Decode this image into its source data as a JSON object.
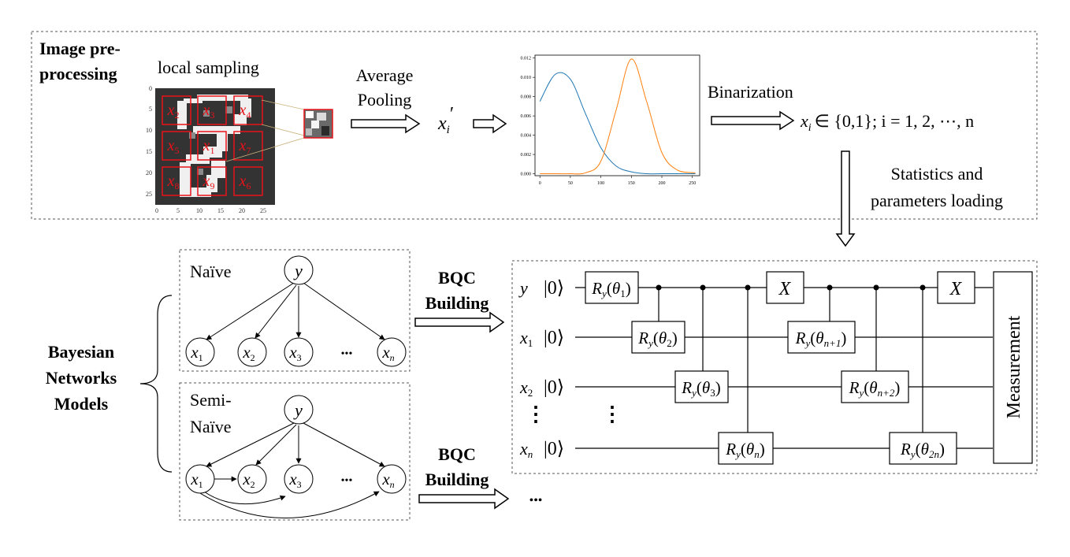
{
  "preprocessing": {
    "title_line1": "Image pre-",
    "title_line2": "processing",
    "local_sampling": "local sampling",
    "average_pooling_line1": "Average",
    "average_pooling_line2": "Pooling",
    "pooled_var": "x",
    "pooled_sub": "i",
    "pooled_prime": "′",
    "binarization": "Binarization",
    "binarized_expr": "∈ {0,1};  i = 1, 2, ⋯, n",
    "binarized_var": "x",
    "binarized_sub": "i",
    "stats_line1": "Statistics and",
    "stats_line2": "parameters loading"
  },
  "mnist": {
    "y_ticks": [
      "0",
      "5",
      "10",
      "15",
      "20",
      "25"
    ],
    "x_ticks": [
      "0",
      "5",
      "10",
      "15",
      "20",
      "25"
    ],
    "patch_labels": [
      "x2",
      "x3",
      "x4",
      "x5",
      "x1",
      "x7",
      "x8",
      "x9",
      "x6"
    ],
    "patch_color": "#e8121a"
  },
  "gauss_chart": {
    "chart_data": {
      "type": "line",
      "x": [
        0,
        25,
        50,
        75,
        100,
        125,
        150,
        175,
        200,
        225,
        255
      ],
      "series": [
        {
          "values": [
            0.0075,
            0.0103,
            0.0098,
            0.0062,
            0.0027,
            0.0008,
            0.0002,
            0.0,
            0.0,
            0.0,
            0.0
          ],
          "color": "#1f77b4"
        },
        {
          "values": [
            0.0,
            0.0,
            0.0,
            0.0001,
            0.0013,
            0.0066,
            0.0119,
            0.0075,
            0.0022,
            0.0004,
            0.0001
          ],
          "color": "#ff7f0e"
        }
      ],
      "y_ticks": [
        "0.000",
        "0.002",
        "0.004",
        "0.006",
        "0.008",
        "0.010",
        "0.012"
      ],
      "x_ticks": [
        "0",
        "50",
        "100",
        "150",
        "200",
        "250"
      ],
      "xlim": [
        -8,
        262
      ],
      "ylim": [
        -0.0002,
        0.0123
      ],
      "grid": false
    }
  },
  "bayes": {
    "label_line1": "Bayesian",
    "label_line2": "Networks",
    "label_line3": "Models",
    "naive_title": "Naïve",
    "semi_title_line1": "Semi-",
    "semi_title_line2": "Naïve",
    "y_node": "y",
    "node_var": "x",
    "node_subs": [
      "1",
      "2",
      "3",
      "n"
    ],
    "ellipsis": "•••"
  },
  "bqc": {
    "line1": "BQC",
    "line2": "Building",
    "continuation": "•••"
  },
  "circuit": {
    "wires": [
      {
        "var": "y",
        "sub": ""
      },
      {
        "var": "x",
        "sub": "1"
      },
      {
        "var": "x",
        "sub": "2"
      },
      {
        "var": "x",
        "sub": "n"
      }
    ],
    "ket": "|0⟩",
    "vdots": "⋮",
    "gate_prefix": "R",
    "gate_prefix_sub": "y",
    "gate_subs": [
      "1",
      "2",
      "3",
      "n",
      "n+1",
      "n+2",
      "2n"
    ],
    "x_gate": "X",
    "measurement": "Measurement"
  }
}
